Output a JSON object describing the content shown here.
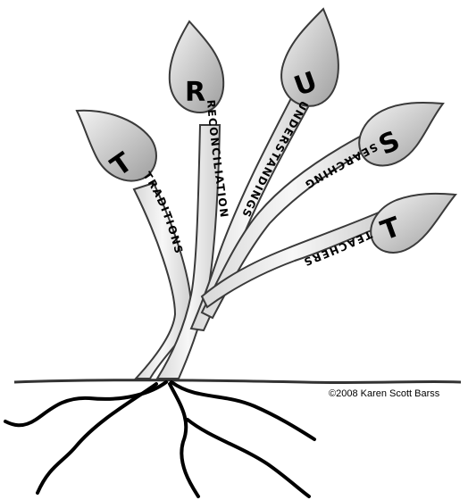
{
  "diagram": {
    "branches": [
      {
        "letter": "T",
        "word": "TRADITIONS"
      },
      {
        "letter": "R",
        "word": "RECONCILIATION"
      },
      {
        "letter": "U",
        "word": "UNDERSTANDINGS"
      },
      {
        "letter": "S",
        "word": "SEARCHING"
      },
      {
        "letter": "T",
        "word": "TEACHERS"
      }
    ],
    "copyright": "©2008 Karen Scott Barss"
  },
  "colors": {
    "leaf_light": "#f4f4f4",
    "leaf_dark": "#a9a9a9",
    "outline": "#3a3a3a",
    "root": "#000000"
  }
}
